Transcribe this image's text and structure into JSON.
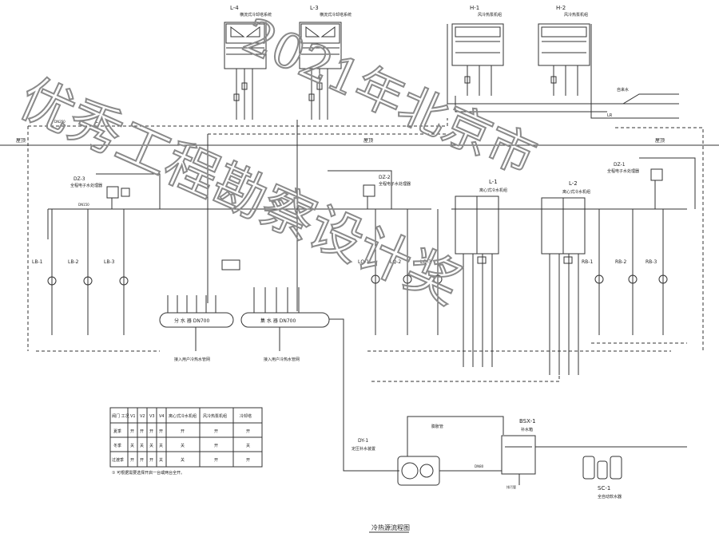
{
  "drawing": {
    "title": "冷热源流程图",
    "watermark": "优秀工程勘察设计奖",
    "watermark_year": "2021年北京市"
  },
  "floors": {
    "roof_left": "屋顶",
    "roof_mid": "屋顶",
    "roof_right": "屋顶"
  },
  "equipment": {
    "ct_left": "L-4",
    "ct_right": "L-3",
    "ct_desc": "横流式冷却塔系统",
    "hp_left": "H-1",
    "hp_right": "H-2",
    "hp_desc": "风冷热泵机组",
    "chiller_left": "L-1",
    "chiller_right": "L-2",
    "chiller_desc": "离心式冷水机组",
    "water_treat_left": "DZ-3",
    "water_treat_mid": "DZ-2",
    "water_treat_right": "DZ-1",
    "water_treat_desc": "全程电子水处理器",
    "softener": "SC-1",
    "softener_desc": "全自动软水器",
    "tank": "BSX-1",
    "tank_desc": "补水箱",
    "exp": "DY-1",
    "exp_desc": "定压补水装置",
    "collector": "分 水 器  DN700",
    "distributor": "集 水 器  DN700",
    "pumps_left": [
      "LB-1",
      "LB-2",
      "LB-3"
    ],
    "pumps_right": [
      "LQ-1",
      "LQ-2",
      "LQ-3"
    ],
    "pumps_far_right": [
      "RB-1",
      "RB-2",
      "RB-3"
    ],
    "to_users": "接入用户冷热水管网",
    "from_users": "接入用户冷热水管网",
    "water_supply": "自来水",
    "drain_pipe": "排污管",
    "makeup_pipe": "膨胀管"
  },
  "legend_table": {
    "headers": [
      "阀门 工况",
      "V1",
      "V2",
      "V3",
      "V4",
      "离心式冷水机组",
      "风冷热泵机组",
      "冷却塔"
    ],
    "rows": [
      [
        "夏季",
        "开",
        "开",
        "开",
        "开",
        "开",
        "开",
        "开"
      ],
      [
        "冬季",
        "关",
        "关",
        "关",
        "关",
        "关",
        "开",
        "关"
      ],
      [
        "过渡季",
        "开",
        "开",
        "开",
        "关",
        "关",
        "开",
        "开"
      ]
    ],
    "note": "① 可根据需要选择开启一台或两台全开。"
  },
  "pipe_labels": {
    "l": "L",
    "lr": "LR",
    "dn": "DN250",
    "dn2": "DN150",
    "dn3": "DN80"
  }
}
